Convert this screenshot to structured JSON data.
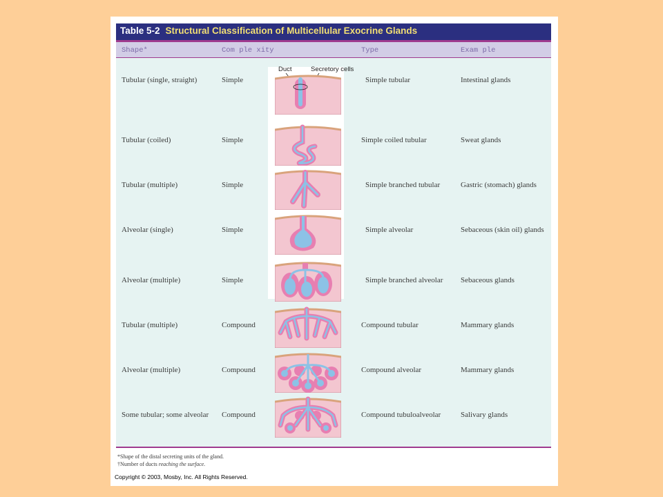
{
  "table": {
    "number": "Table 5-2",
    "title": "Structural Classification of Multicellular Exocrine Glands",
    "headers": {
      "shape": "Shape*",
      "complexity": "Com ple xity",
      "type": "Type",
      "example": "Exam ple"
    },
    "rows": [
      {
        "shape": "Tubular (single, straight)",
        "complexity": "Simple",
        "type": "Simple tubular",
        "example": "Intestinal glands",
        "icon": "simple-tubular-icon"
      },
      {
        "shape": "Tubular (coiled)",
        "complexity": "Simple",
        "type": "Simple coiled tubular",
        "example": "Sweat glands",
        "icon": "simple-coiled-tubular-icon"
      },
      {
        "shape": "Tubular (multiple)",
        "complexity": "Simple",
        "type": "Simple branched tubular",
        "example": "Gastric (stomach) glands",
        "icon": "simple-branched-tubular-icon"
      },
      {
        "shape": "Alveolar (single)",
        "complexity": "Simple",
        "type": "Simple alveolar",
        "example": "Sebaceous (skin oil) glands",
        "icon": "simple-alveolar-icon"
      },
      {
        "shape": "Alveolar (multiple)",
        "complexity": "Simple",
        "type": "Simple branched alveolar",
        "example": "Sebaceous glands",
        "icon": "simple-branched-alveolar-icon"
      },
      {
        "shape": "Tubular (multiple)",
        "complexity": "Compound",
        "type": "Compound tubular",
        "example": "Mammary glands",
        "icon": "compound-tubular-icon"
      },
      {
        "shape": "Alveolar (multiple)",
        "complexity": "Compound",
        "type": "Compound alveolar",
        "example": "Mammary glands",
        "icon": "compound-alveolar-icon"
      },
      {
        "shape": "Some tubular; some alveolar",
        "complexity": "Compound",
        "type": "Compound tubuloalveolar",
        "example": "Salivary glands",
        "icon": "compound-tubuloalveolar-icon"
      }
    ],
    "callouts": {
      "duct": "Duct",
      "secretory": "Secretory cells"
    },
    "footnotes": {
      "f1": "*Shape of the distal secreting units of the gland.",
      "f2_prefix": "†Number of ducts ",
      "f2_italic": "reaching the surface."
    }
  },
  "copyright": "Copyright © 2003, Mosby, Inc. All Rights Reserved.",
  "colors": {
    "background": "#fecf98",
    "title_bar": "#2b2f80",
    "title_text": "#f2df73",
    "header_row": "#d2cde6",
    "table_body": "#e6f3f2",
    "rule": "#9f3a8e",
    "tissue": "#f3c6d0",
    "epithelium": "#e77fb1",
    "lumen": "#8cc2e6"
  }
}
